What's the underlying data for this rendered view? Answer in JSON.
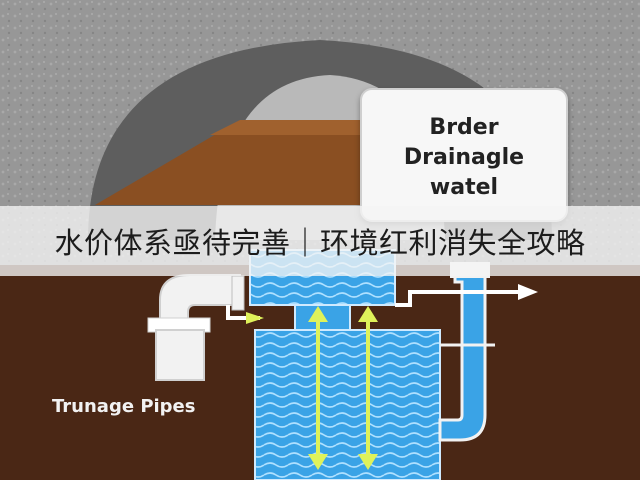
{
  "callout": {
    "text": "Brder\nDrainagle\nwatel"
  },
  "banner": {
    "text": "水价体系亟待完善｜环境红利消失全攻略"
  },
  "labels": {
    "pipes": "Trunage Pipes"
  },
  "colors": {
    "soil": "#4a2715",
    "water": "#3aa3e6",
    "arrow": "#dff25a",
    "pipe": "#f2f2f2",
    "dome": "#5e5e5e"
  }
}
